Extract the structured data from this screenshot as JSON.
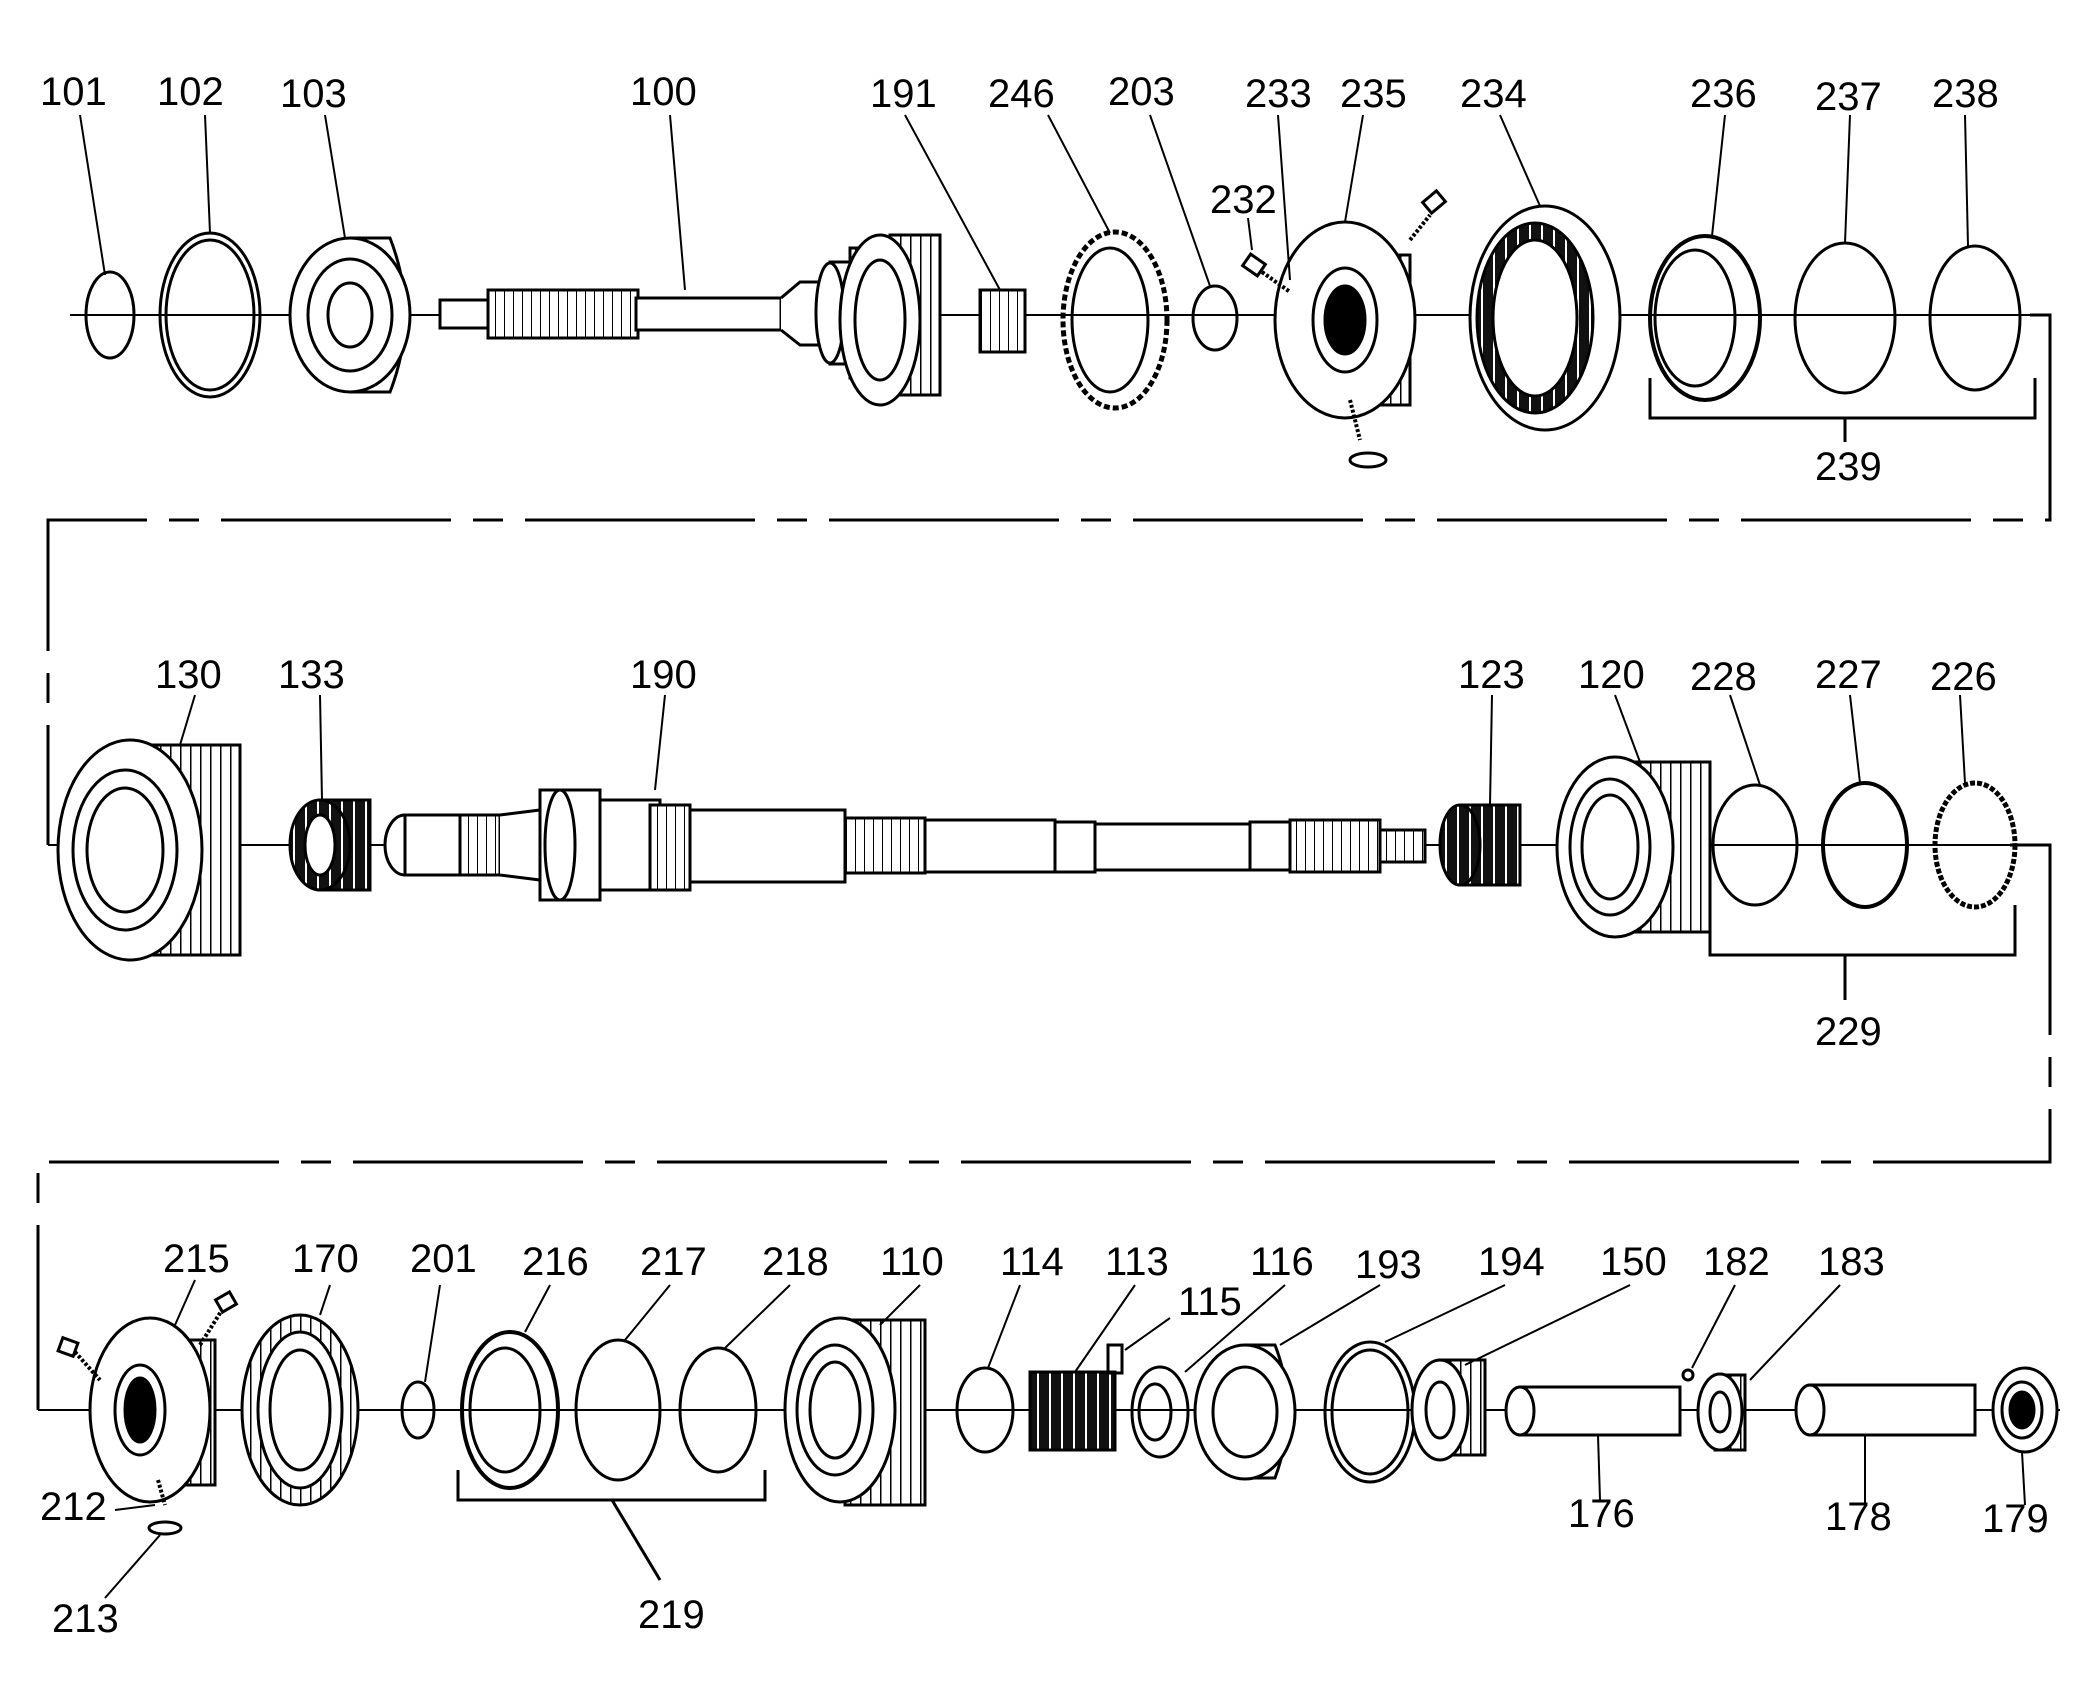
{
  "diagram": {
    "row1": {
      "callouts": [
        "101",
        "102",
        "103",
        "100",
        "191",
        "246",
        "203",
        "233",
        "235",
        "232",
        "234",
        "236",
        "237",
        "238"
      ],
      "group_label": "239"
    },
    "row2": {
      "callouts": [
        "130",
        "133",
        "190",
        "123",
        "120",
        "228",
        "227",
        "226"
      ],
      "group_label": "229"
    },
    "row3": {
      "callouts": [
        "215",
        "170",
        "201",
        "216",
        "217",
        "218",
        "110",
        "114",
        "113",
        "115",
        "116",
        "193",
        "194",
        "150",
        "182",
        "183"
      ],
      "lower_callouts": [
        "212",
        "213",
        "176",
        "178",
        "179"
      ],
      "group_label": "219"
    }
  }
}
